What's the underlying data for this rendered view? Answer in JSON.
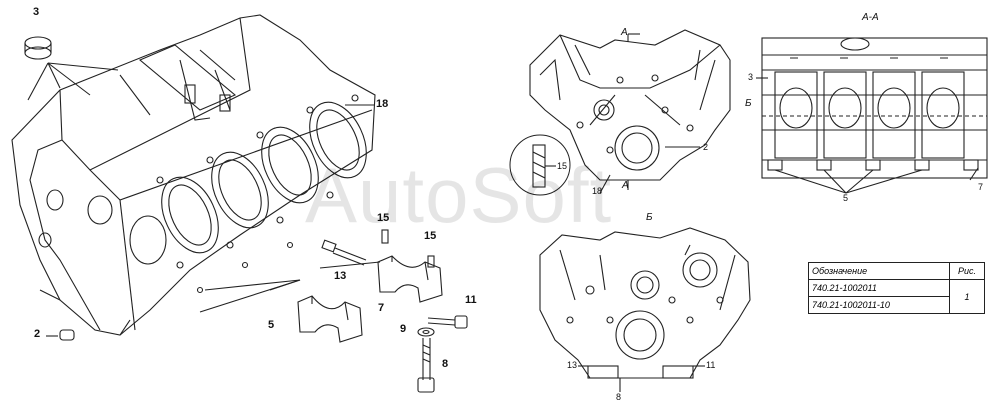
{
  "watermark": "AutoSoft",
  "section": {
    "title": "А-А",
    "cut_a": "А",
    "cut_b": "Б"
  },
  "callouts": {
    "c3": "3",
    "c18": "18",
    "c2": "2",
    "c15a": "15",
    "c13": "13",
    "c15b": "15",
    "c7": "7",
    "c5": "5",
    "c11": "11",
    "c9": "9",
    "c8": "8",
    "r15": "15",
    "r2": "2",
    "r18": "18",
    "r3": "3",
    "r5": "5",
    "r7": "7",
    "r13": "13",
    "r8": "8",
    "r11": "11"
  },
  "table": {
    "headers": [
      "Обозначение",
      "Рис."
    ],
    "rows": [
      [
        "740.21-1002011",
        "1"
      ],
      [
        "740.21-1002011-10",
        ""
      ]
    ]
  }
}
